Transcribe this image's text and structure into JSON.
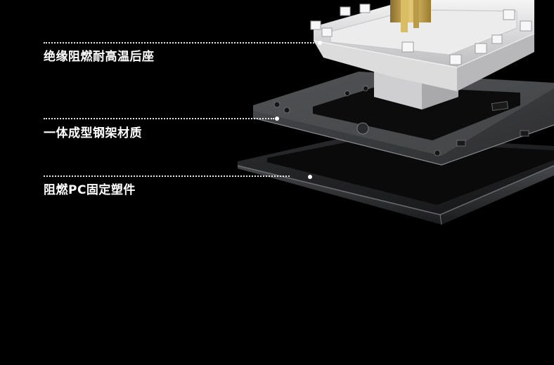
{
  "callouts": [
    {
      "label": "绝缘阻燃耐高温后座"
    },
    {
      "label": "一体成型钢架材质"
    },
    {
      "label": "阻燃PC固定塑件"
    }
  ],
  "colors": {
    "background": "#000000",
    "text": "#ffffff",
    "steel_frame": "#3a3b3d",
    "pc_frame": "#1f2022",
    "insulating_seat": "#e9e9ea",
    "brass_contacts": "#c8a64a"
  },
  "illustration": "exploded-socket-assembly"
}
